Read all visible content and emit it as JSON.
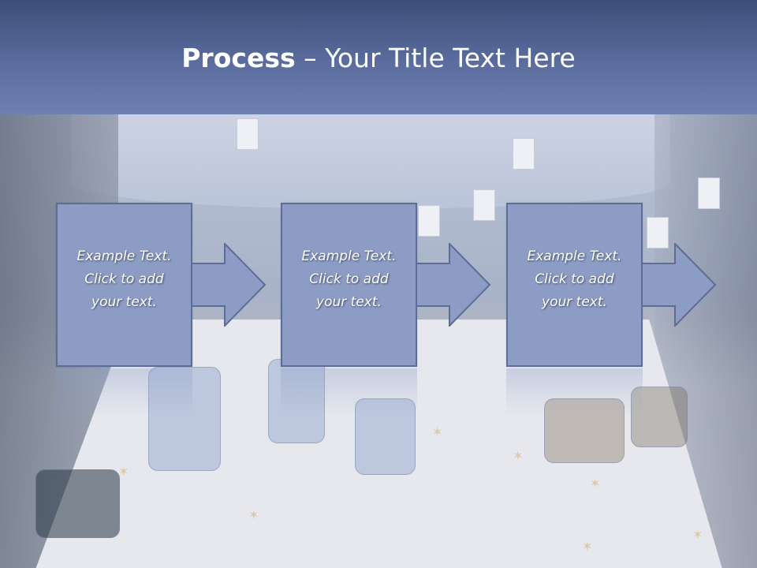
{
  "slide": {
    "title_bold": "Process",
    "title_rest": " – Your Title Text Here"
  },
  "steps": [
    {
      "line1": "Example Text.",
      "line2": "Click  to add",
      "line3": "your text."
    },
    {
      "line1": "Example Text.",
      "line2": "Click  to add",
      "line3": "your text."
    },
    {
      "line1": "Example Text.",
      "line2": "Click  to add",
      "line3": "your text."
    }
  ],
  "colors": {
    "title_band": "#5b6d9e",
    "box_fill": "#8c9cc5",
    "box_border": "#5c6d98",
    "arrow_fill": "#8c9cc5",
    "text": "#ffffff"
  },
  "icons": {
    "connector": "right-arrow-icon"
  }
}
